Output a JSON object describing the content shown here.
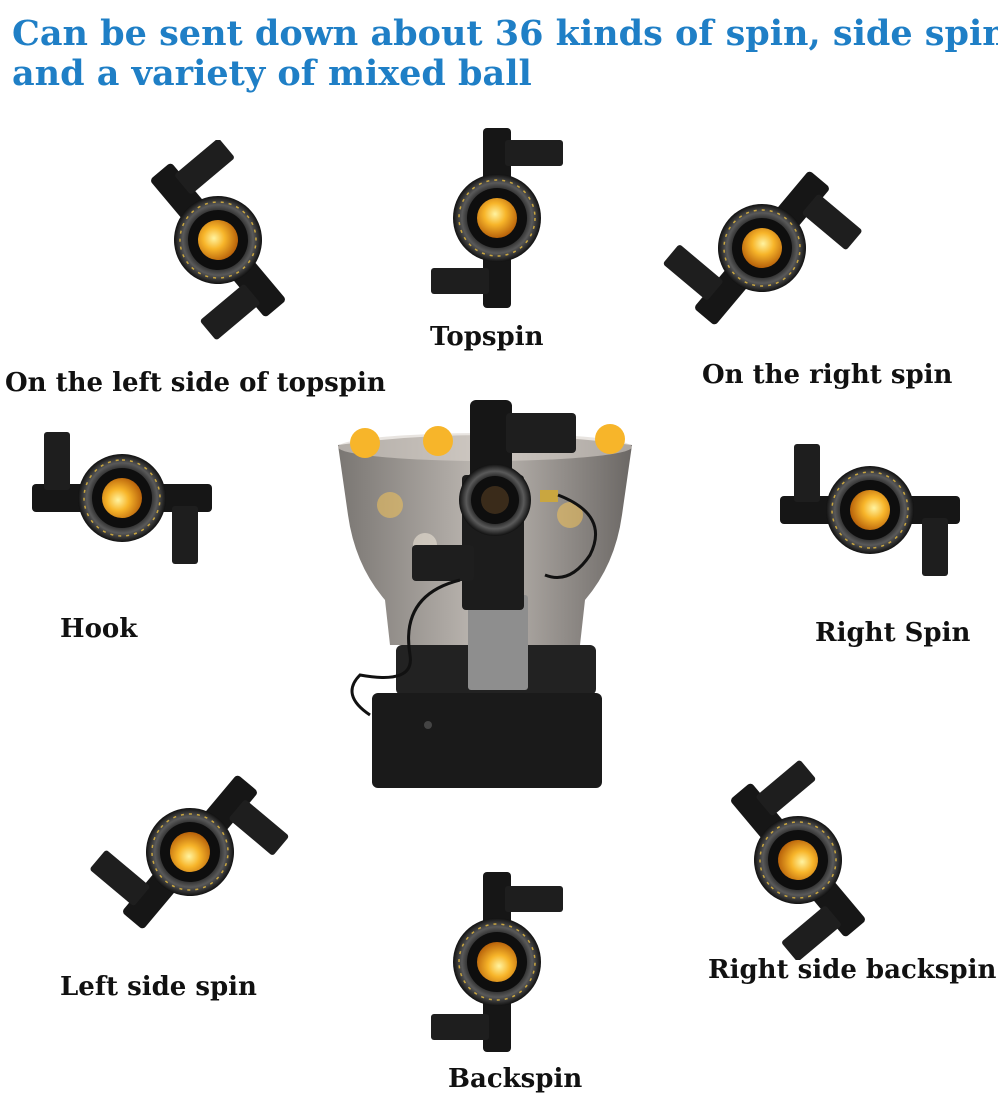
{
  "headline": {
    "line1": "Can be sent down about 36 kinds of spin, side spin",
    "line2": "and a variety of mixed ball"
  },
  "spin_types": [
    {
      "label": "Topspin"
    },
    {
      "label": "On the left side of topspin"
    },
    {
      "label": "On the right spin"
    },
    {
      "label": "Hook"
    },
    {
      "label": "Right Spin"
    },
    {
      "label": "Left side spin"
    },
    {
      "label": "Backspin"
    },
    {
      "label": "Right side backspin"
    }
  ],
  "colors": {
    "headline": "#1f7fc6",
    "ball": "#f5a623",
    "head_body": "#161616"
  }
}
